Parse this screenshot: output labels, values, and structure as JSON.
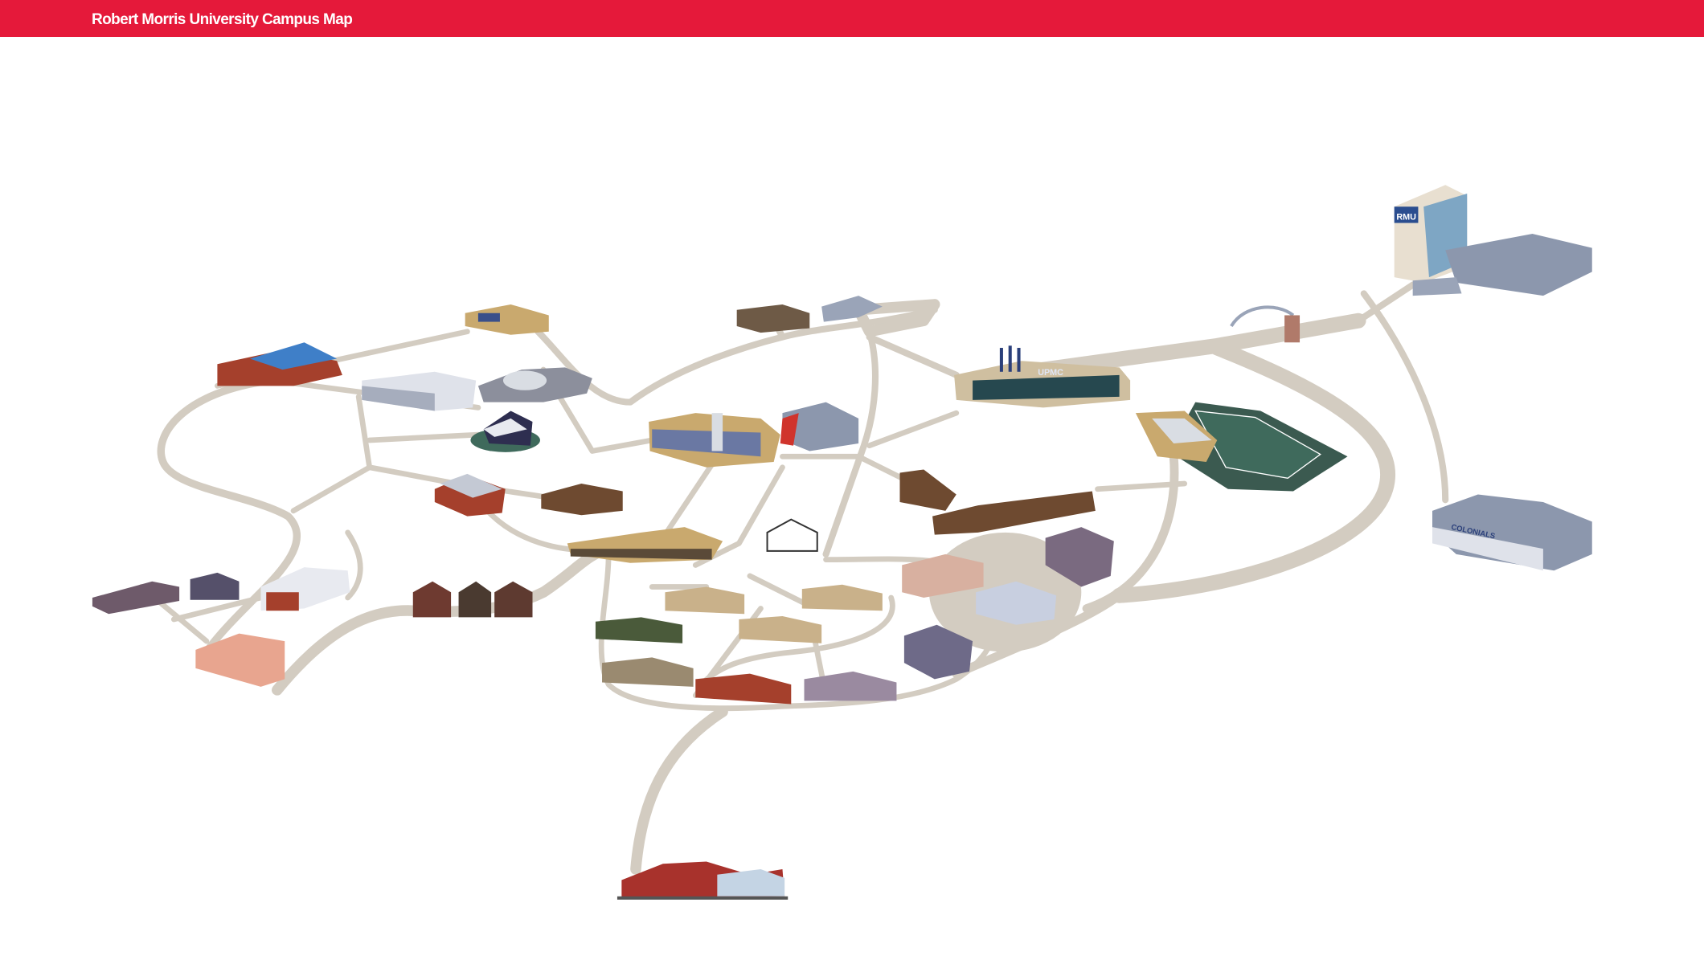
{
  "header": {
    "title": "Robert Morris University Campus Map"
  },
  "colors": {
    "brand": "#e5193a",
    "road": "#d3ccc1",
    "field": "#3b5a50",
    "background": "#ffffff"
  },
  "map": {
    "signage": {
      "hotel": "RMU",
      "arena": "UPMC",
      "sports_center": "COLONIALS"
    }
  }
}
